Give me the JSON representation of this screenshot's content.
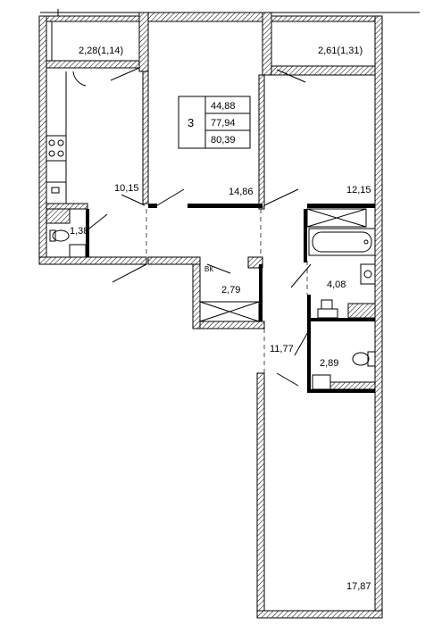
{
  "apartment": {
    "rooms_count": "3",
    "living_area": "44,88",
    "total_area": "77,94",
    "total_with_balconies": "80,39"
  },
  "rooms": {
    "balcony_left": "2,28(1,14)",
    "balcony_right": "2,61(1,31)",
    "kitchen": "10,15",
    "bedroom_center": "14,86",
    "bedroom_right": "12,15",
    "wc_small": "1,38",
    "storage": "2,79",
    "bathroom": "4,08",
    "hall": "11,77",
    "wc_right": "2,89",
    "living_room": "17,87"
  },
  "marks": {
    "vent_label": "ВК"
  }
}
